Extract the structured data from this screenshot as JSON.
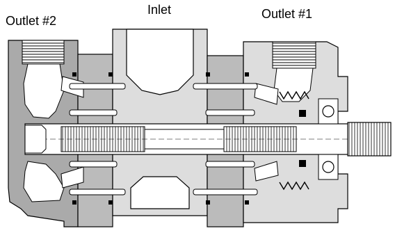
{
  "labels": {
    "outlet_2": "Outlet #2",
    "inlet": "Inlet",
    "outlet_1": "Outlet #1"
  },
  "colors": {
    "housing_dark": "#aaaaaa",
    "housing_light": "#dddddd",
    "plate": "#bbbbbb",
    "outline": "#000000",
    "background": "#ffffff"
  }
}
